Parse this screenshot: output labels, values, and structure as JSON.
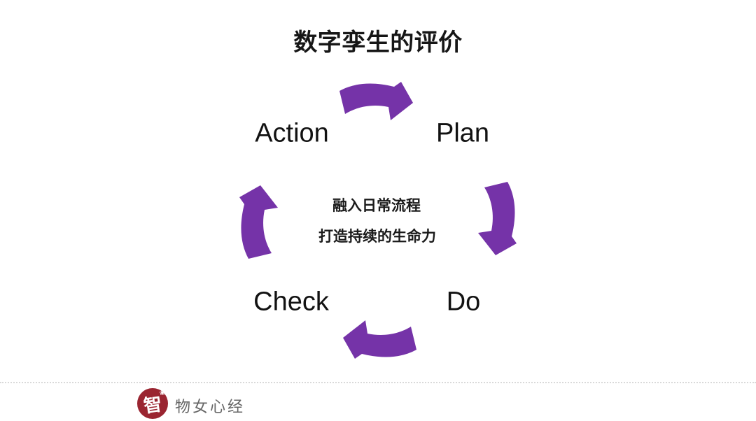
{
  "title": "数字孪生的评价",
  "diagram": {
    "type": "cycle",
    "direction": "clockwise",
    "arrow_color": "#7533A8",
    "stages": [
      {
        "label": "Plan",
        "position": "top-right"
      },
      {
        "label": "Do",
        "position": "bottom-right"
      },
      {
        "label": "Check",
        "position": "bottom-left"
      },
      {
        "label": "Action",
        "position": "top-left"
      }
    ],
    "center_text": [
      "融入日常流程",
      "打造持续的生命力"
    ]
  },
  "footer": {
    "logo_glyph": "智",
    "logo_color": "#9a2531",
    "brand": "物女心经"
  }
}
